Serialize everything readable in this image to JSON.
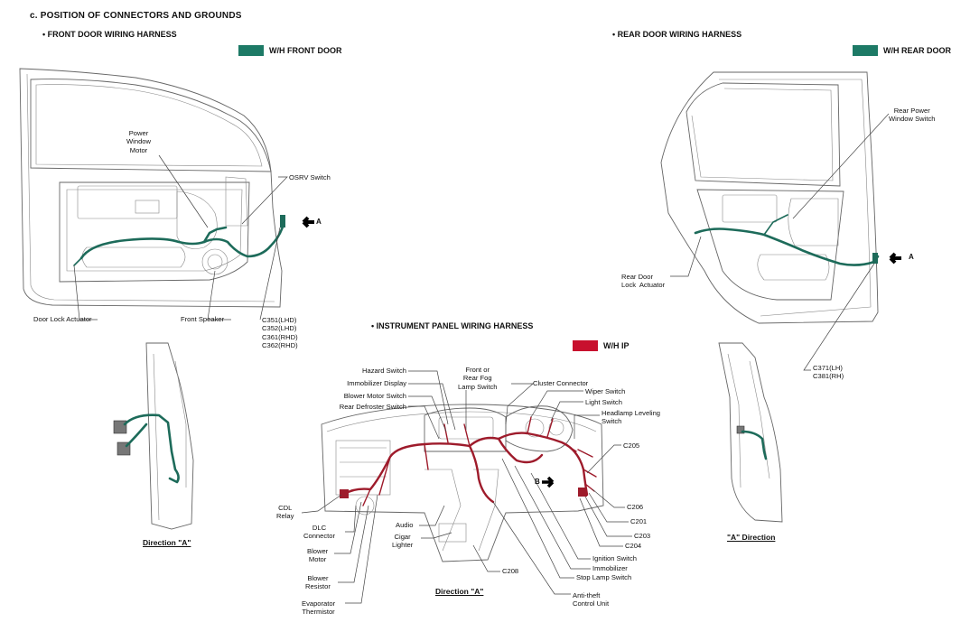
{
  "page_title": "c. POSITION OF CONNECTORS AND GROUNDS",
  "colors": {
    "front_door": "#1d7a66",
    "rear_door": "#1d7a66",
    "ip": "#c8102e"
  },
  "front_door": {
    "heading": "•  FRONT DOOR WIRING HARNESS",
    "legend": "W/H FRONT DOOR",
    "labels": {
      "power_window_motor": "Power\nWindow\nMotor",
      "osrv_switch": "OSRV Switch",
      "arrow_a": "A",
      "door_lock_actuator": "Door Lock Actuator",
      "front_speaker": "Front Speaker",
      "connectors": "C351(LHD)\nC352(LHD)\nC361(RHD)\nC362(RHD)"
    },
    "direction_caption": "Direction \"A\""
  },
  "rear_door": {
    "heading": "•  REAR DOOR WIRING HARNESS",
    "legend": "W/H  REAR DOOR",
    "labels": {
      "rear_power_window_switch": "Rear Power\nWindow Switch",
      "arrow_a": "A",
      "rear_door_lock_actuator": "Rear Door\nLock  Actuator",
      "connectors": "C371(LH)\nC381(RH)"
    },
    "direction_caption": "\"A\" Direction"
  },
  "instrument_panel": {
    "heading": "•  INSTRUMENT PANEL WIRING HARNESS",
    "legend": "W/H  IP",
    "labels": {
      "hazard_switch": "Hazard Switch",
      "immobilizer_display": "Immobilizer Display",
      "blower_motor_switch": "Blower Motor Switch",
      "rear_defroster_switch": "Rear Defroster Switch",
      "fog_lamp_switch": "Front or\nRear Fog\nLamp Switch",
      "cluster_connector": "Cluster Connector",
      "wiper_switch": "Wiper Switch",
      "light_switch": "Light Switch",
      "headlamp_leveling_switch": "Headlamp Leveling\nSwitch",
      "c205": "C205",
      "arrow_b": "B",
      "c206": "C206",
      "c201": "C201",
      "c203": "C203",
      "c204": "C204",
      "ignition_switch": "Ignition Switch",
      "immobilizer": "Immobilizer",
      "stop_lamp_switch": "Stop Lamp Switch",
      "anti_theft_control_unit": "Anti-theft\nControl Unit",
      "c208": "C208",
      "cigar_lighter": "Cigar\nLighter",
      "audio": "Audio",
      "cdl_relay": "CDL\nRelay",
      "dlc_connector": "DLC\nConnector",
      "blower_motor": "Blower\nMotor",
      "blower_resistor": "Blower\nResistor",
      "evaporator_thermistor": "Evaporator\nThermistor"
    },
    "direction_caption": "Direction \"A\""
  }
}
